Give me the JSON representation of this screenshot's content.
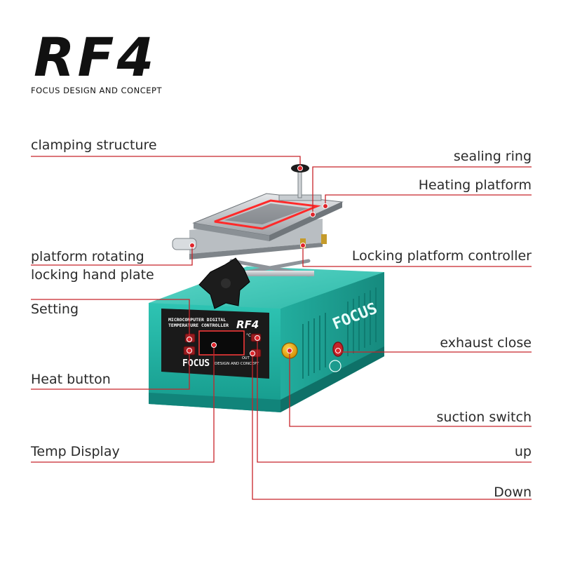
{
  "logo": {
    "mark": "RF4",
    "tagline": "FOCUS DESIGN AND CONCEPT"
  },
  "labels": {
    "clamping_structure": "clamping structure",
    "sealing_ring": "sealing ring",
    "heating_platform": "Heating platform",
    "platform_rotating_line1": "platform rotating",
    "platform_rotating_line2": "locking hand plate",
    "locking_platform_controller": "Locking platform controller",
    "setting": "Setting",
    "exhaust_close": "exhaust close",
    "heat_button": "Heat button",
    "suction_switch": "suction switch",
    "temp_display": "Temp Display",
    "up": "up",
    "down": "Down"
  },
  "device_print": {
    "brand": "RF4",
    "controller_line1": "MICROCOMPUTER DIGITAL",
    "controller_line2": "TEMPERATURE CONTROLLER",
    "focus_word": "FOCUS",
    "design_concept": "DESIGN AND CONCEPT",
    "side_focus": "FOCUS",
    "out_label": "OUT",
    "degree": "°C"
  },
  "colors": {
    "accent_red": "#c8242a",
    "body_teal": "#1fb5a5",
    "panel_black": "#1a1a1a",
    "knob_yellow": "#f2b31c"
  }
}
